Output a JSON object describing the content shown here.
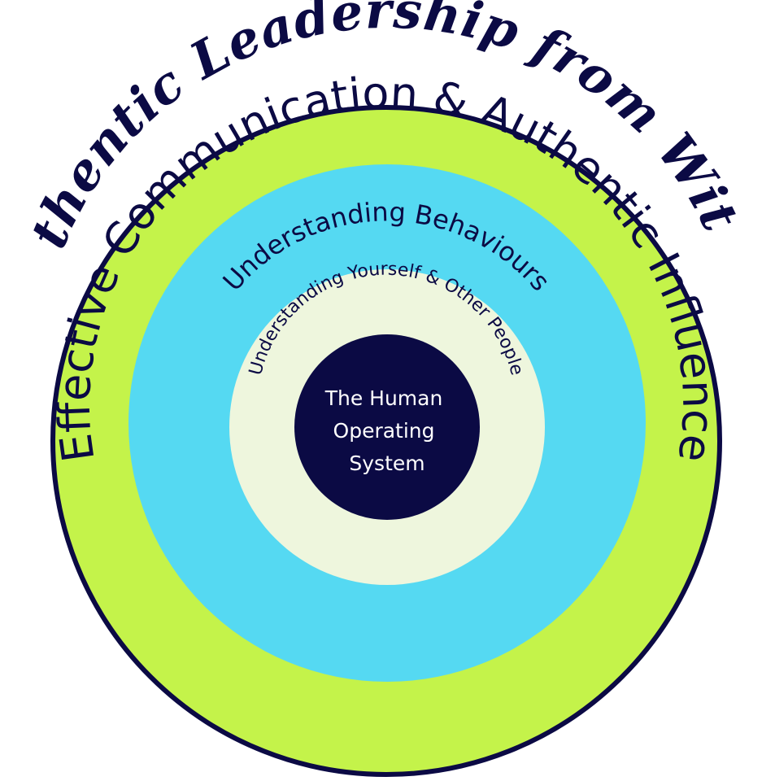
{
  "title": "Authentic Leadership from Within",
  "rings": {
    "outer": "Effective Communication & Authentic Influence",
    "middle": "Understanding Behaviours",
    "inner": "Understanding Yourself & Other People",
    "core_lines": [
      "The Human",
      "Operating",
      "System"
    ]
  },
  "colors": {
    "navy": "#0b0a44",
    "lime": "#c4f34a",
    "cyan": "#55d9f2",
    "cream": "#eef6dd",
    "white": "#ffffff"
  }
}
